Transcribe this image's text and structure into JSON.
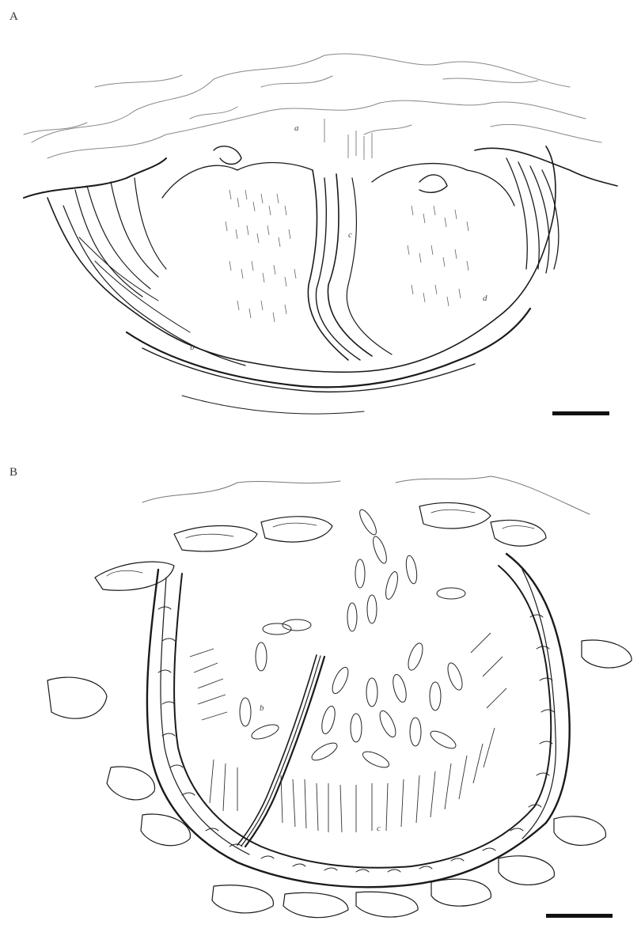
{
  "panels": [
    {
      "id": "A",
      "label": "A",
      "letters": [
        "a",
        "b",
        "c",
        "d"
      ]
    },
    {
      "id": "B",
      "label": "B",
      "letters": [
        "b",
        "c"
      ]
    }
  ],
  "colors": {
    "ink": "#1a1a1a",
    "background": "#ffffff",
    "light_ink": "#777777"
  }
}
